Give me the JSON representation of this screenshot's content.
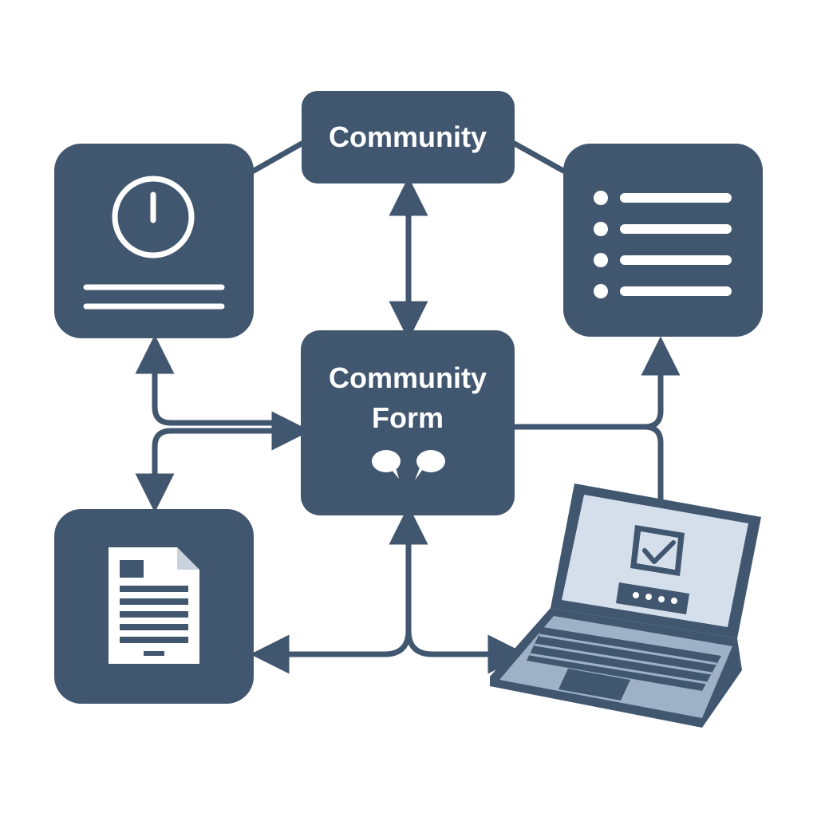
{
  "diagram": {
    "top_node": {
      "label": "Community"
    },
    "center_node": {
      "label_line1": "Community",
      "label_line2": "Form"
    },
    "left_top_node": {
      "icon": "clock-icon"
    },
    "right_top_node": {
      "icon": "list-icon"
    },
    "left_bottom_node": {
      "icon": "document-icon"
    },
    "laptop_node": {
      "icon": "laptop-icon",
      "screen_icon": "checkbox-icon",
      "password_icon": "password-dots-icon"
    },
    "center_icon": "chat-bubbles-icon"
  },
  "colors": {
    "node_fill": "#41566f",
    "connector": "#41566f",
    "icon_light": "#ffffff",
    "laptop_body": "#9fb1c6",
    "laptop_screen": "#d4dfeb",
    "background": "#ffffff"
  }
}
